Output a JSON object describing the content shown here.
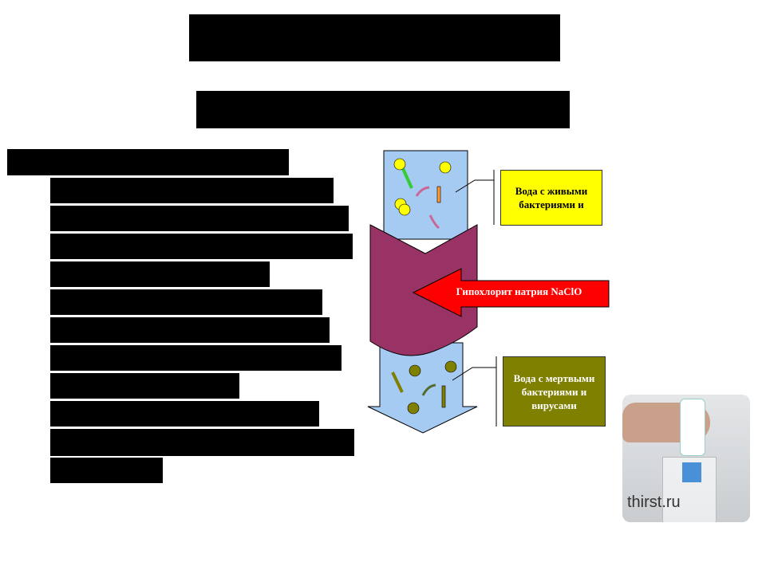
{
  "diagram": {
    "top_label": "Вода с живыми бактериями и",
    "bottom_label": "Вода с мертвыми бактериями и вирусами",
    "reagent_label": "Гипохлорит натрия NaClO"
  },
  "photo": {
    "watermark": "thirst.ru"
  },
  "colors": {
    "water": "#a6cbf2",
    "band": "#993366",
    "reagent": "#ff0000",
    "live_box": "#ffff00",
    "dead_box": "#808000"
  }
}
